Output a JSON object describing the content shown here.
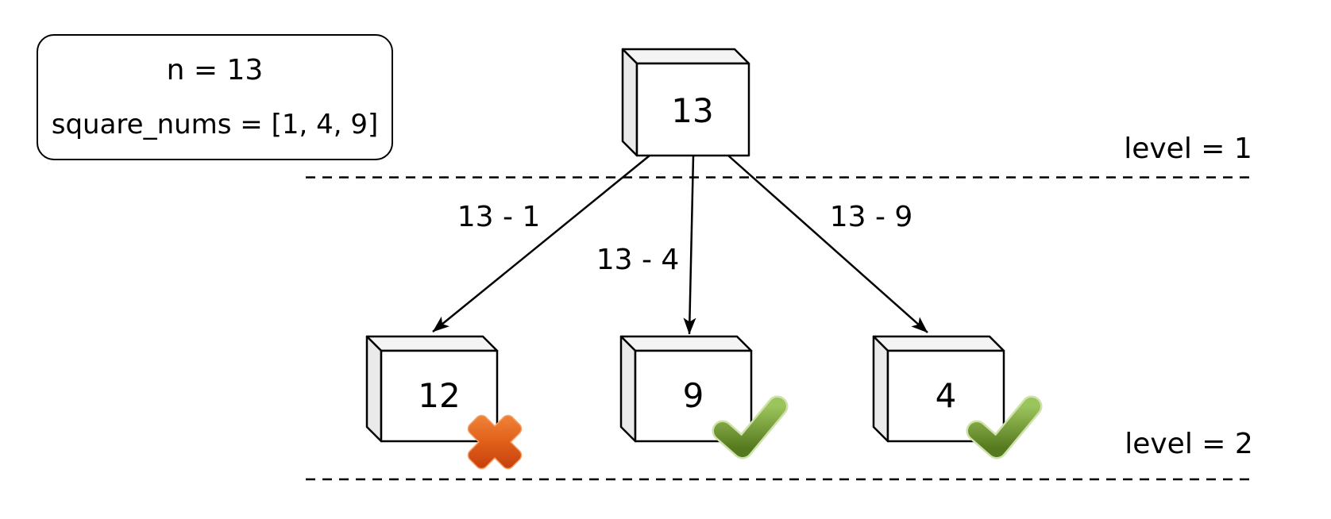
{
  "diagram": {
    "legend": {
      "line1": "n = 13",
      "line2": "square_nums = [1, 4, 9]"
    },
    "root": {
      "value": "13"
    },
    "children": [
      {
        "value": "12",
        "edge_label": "13 - 1",
        "result": "rejected",
        "result_icon": "cross-icon"
      },
      {
        "value": "9",
        "edge_label": "13 - 4",
        "result": "accepted",
        "result_icon": "check-icon"
      },
      {
        "value": "4",
        "edge_label": "13 - 9",
        "result": "accepted",
        "result_icon": "check-icon"
      }
    ],
    "levels": [
      {
        "label": "level = 1"
      },
      {
        "label": "level = 2"
      }
    ],
    "colors": {
      "cross_top": "#f1883b",
      "cross_bottom": "#c23a0a",
      "check_top": "#9cc45c",
      "check_bottom": "#55791e",
      "cube_top": "#f4f4f4",
      "cube_side": "#eaeaea",
      "cube_front": "#ffffff",
      "stroke": "#000000"
    }
  }
}
